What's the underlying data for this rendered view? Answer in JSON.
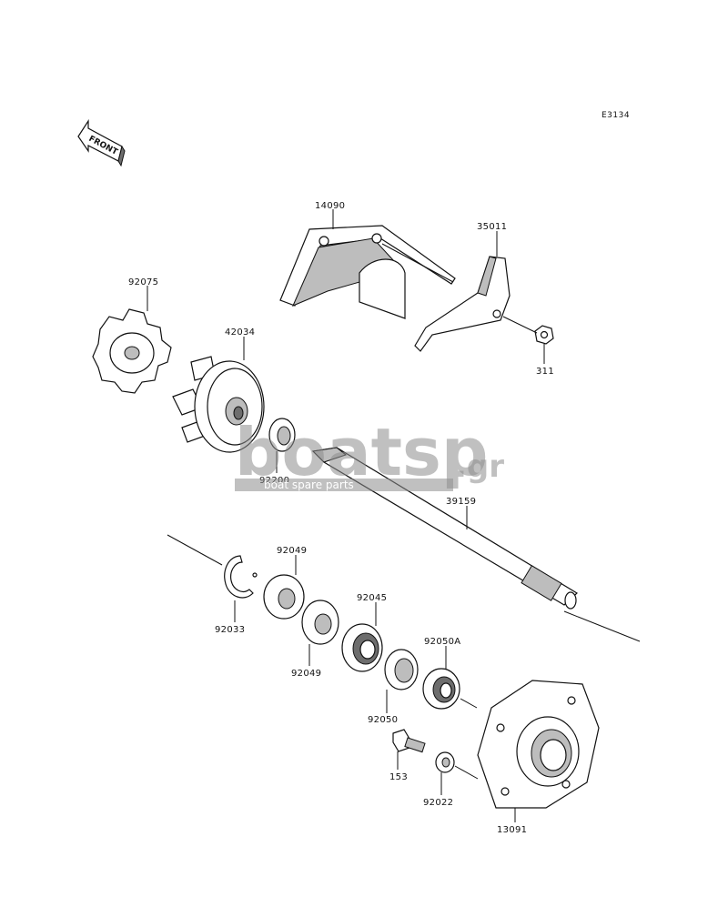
{
  "diagram_code": "E3134",
  "front_label": "FRONT",
  "watermark": {
    "brand": "boatsp",
    "tld": ".gr",
    "tagline": "boat spare parts"
  },
  "parts": [
    {
      "id": "14090"
    },
    {
      "id": "35011"
    },
    {
      "id": "311"
    },
    {
      "id": "92075"
    },
    {
      "id": "42034"
    },
    {
      "id": "92200"
    },
    {
      "id": "39159"
    },
    {
      "id": "92049"
    },
    {
      "id": "92033"
    },
    {
      "id": "92049"
    },
    {
      "id": "92045"
    },
    {
      "id": "92050A"
    },
    {
      "id": "92050"
    },
    {
      "id": "153"
    },
    {
      "id": "92022"
    },
    {
      "id": "13091"
    }
  ]
}
